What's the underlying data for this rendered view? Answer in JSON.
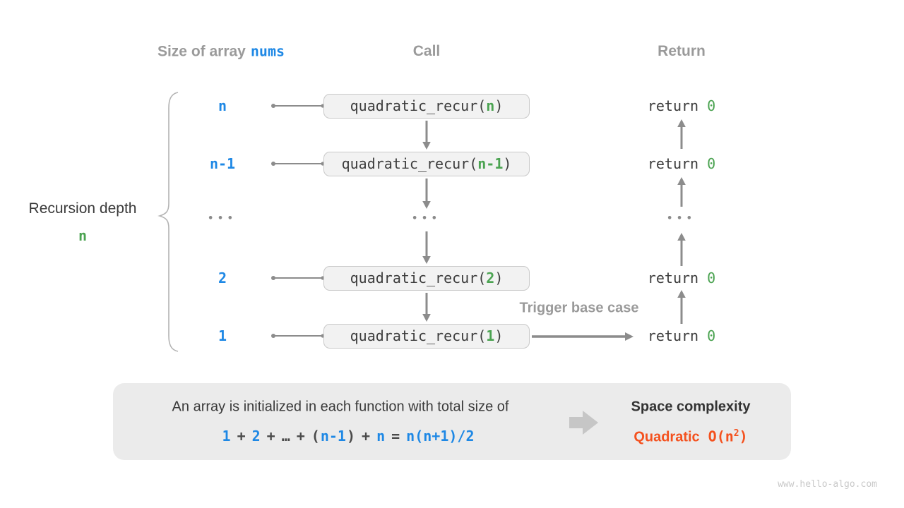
{
  "colors": {
    "blue": "#1e88e5",
    "green": "#4ba351",
    "orange": "#f4511e",
    "heading_gray": "#9a9a9a",
    "box_bg": "#f2f2f2",
    "panel_bg": "#ebebeb"
  },
  "headers": {
    "size_of_array": "Size of array",
    "array_name": "nums",
    "call": "Call",
    "return": "Return"
  },
  "left_label": {
    "line1": "Recursion depth",
    "line2": "n"
  },
  "diagram": {
    "call_prefix": "quadratic_recur(",
    "call_suffix": ")",
    "return_keyword": "return",
    "return_value": "0",
    "ellipsis": "•••",
    "trigger_label": "Trigger base case",
    "rows": [
      {
        "size": "n",
        "arg": "n"
      },
      {
        "size": "n-1",
        "arg": "n-1"
      },
      {
        "size": "2",
        "arg": "2"
      },
      {
        "size": "1",
        "arg": "1"
      }
    ]
  },
  "summary": {
    "description": "An array is initialized in each function with total size of",
    "formula_tokens": [
      "1",
      "+",
      "2",
      "+",
      "…",
      "+",
      "(",
      "n-1",
      ")",
      "+",
      "n",
      "=",
      "n(n+1)/2"
    ],
    "result_title": "Space complexity",
    "result_name": "Quadratic",
    "result_o_prefix": "O(n",
    "result_exponent": "2",
    "result_o_suffix": ")"
  },
  "watermark": "www.hello-algo.com"
}
